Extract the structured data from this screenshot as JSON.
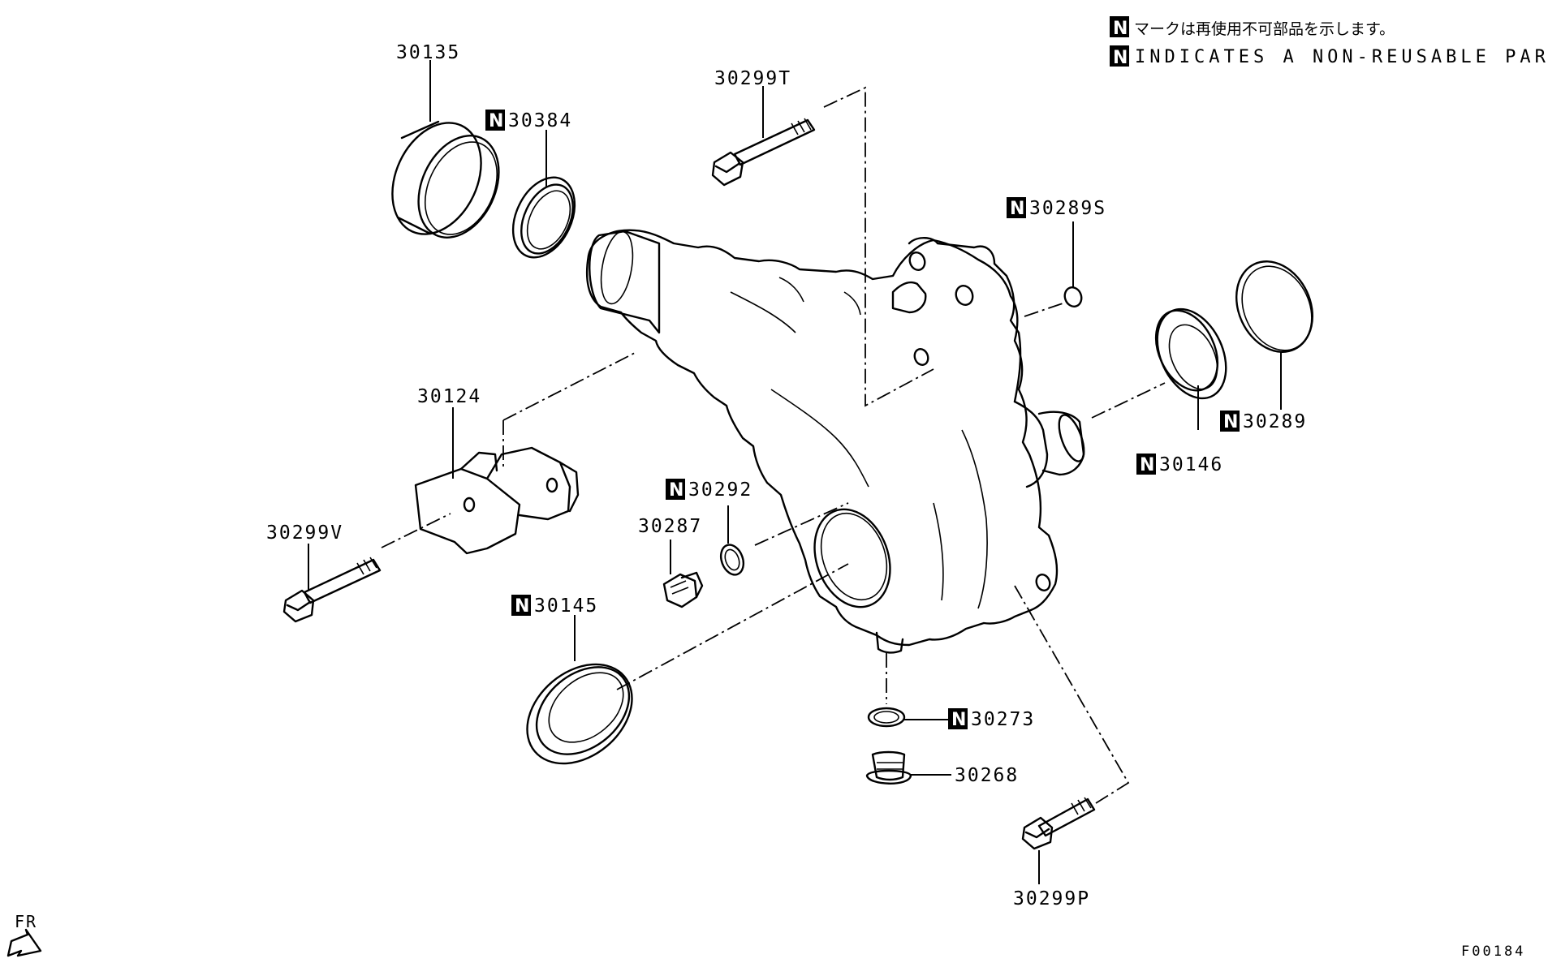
{
  "legend": {
    "mark": "N",
    "japanese": "マークは再使用不可部品を示します。",
    "english": "INDICATES A NON-REUSABLE PART."
  },
  "parts": {
    "p30135": "30135",
    "p30384": "30384",
    "p30299T": "30299T",
    "p30289S": "30289S",
    "p30124": "30124",
    "p30299V": "30299V",
    "p30292": "30292",
    "p30287": "30287",
    "p30145": "30145",
    "p30146": "30146",
    "p30289": "30289",
    "p30273": "30273",
    "p30268": "30268",
    "p30299P": "30299P"
  },
  "non_reusable_mark": "N",
  "direction": "FR",
  "figure_code": "F00184"
}
